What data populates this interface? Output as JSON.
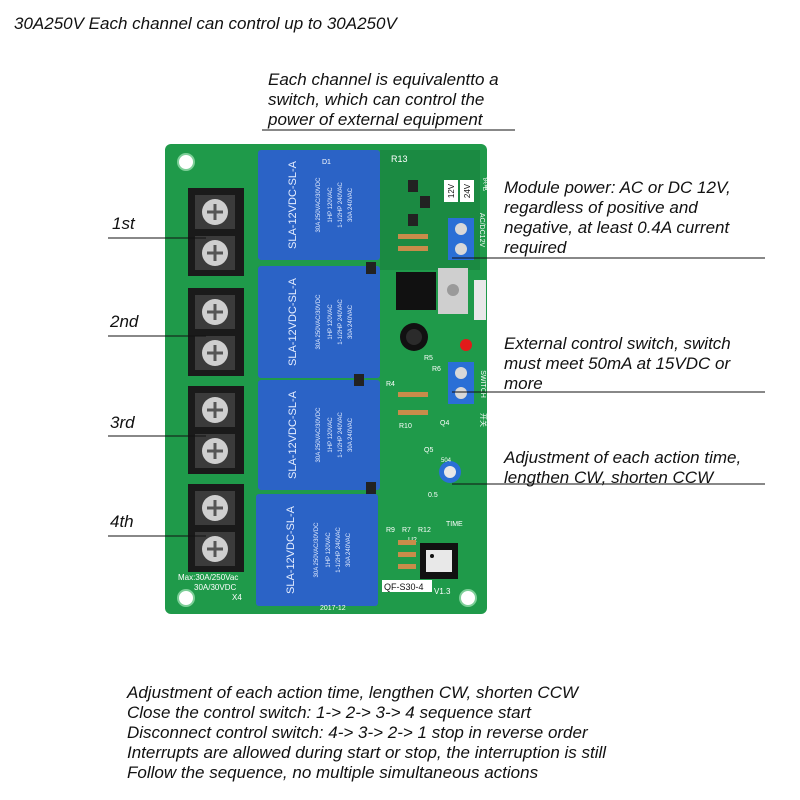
{
  "top_title": "30A250V Each channel can control up to 30A250V",
  "channel_desc": [
    "Each channel is equivalentto a",
    "switch, which can control the",
    "power of external equipment"
  ],
  "power_desc": [
    "Module power: AC or DC 12V,",
    "regardless of positive and",
    "negative, at least 0.4A current",
    "required"
  ],
  "switch_desc": [
    "External control switch, switch",
    "must meet 50mA at 15VDC or",
    "more"
  ],
  "adjust_desc": [
    "Adjustment of each action time,",
    "lengthen CW, shorten CCW"
  ],
  "channels": [
    "1st",
    "2nd",
    "3rd",
    "4th"
  ],
  "bottom_notes": [
    "Adjustment of each action time, lengthen CW, shorten CCW",
    "Close the control switch: 1-> 2-> 3-> 4 sequence start",
    "Disconnect control switch: 4-> 3-> 2-> 1 stop in reverse order",
    "Interrupts are allowed during start or stop, the interruption is still",
    "Follow the sequence, no multiple simultaneous actions"
  ],
  "board": {
    "relay_label": "SLA-12VDC-SL-A",
    "relay_ratings": [
      "30A 250VAC/30VDC",
      "1HP 120VAC",
      "1-1/2HP 240VAC",
      "30A 240VAC"
    ],
    "max_rating": [
      "Max:30A/250Vac",
      "30A/30VDC",
      "X4"
    ],
    "date": "2017-12",
    "model": "QF-S30-4",
    "version": "V1.3",
    "voltage_12": "12V",
    "voltage_24": "24V",
    "ac_dc_label": "AC/DC12V",
    "power_cn": "供电",
    "switch_label": "SWITCH",
    "switch_cn": "开关",
    "time_label": "TIME",
    "r13": "R13",
    "d1": "D1",
    "pot_value": "504",
    "refs": [
      "R5",
      "R6",
      "R4",
      "R10",
      "Q4",
      "Q5",
      "R9",
      "R7",
      "U2",
      "R12",
      "0.5"
    ]
  },
  "colors": {
    "pcb": "#1f9a4a",
    "relay": "#2b63c6",
    "terminal": "#1a1a1a",
    "screw": "#cfcfcf",
    "blue_terminal": "#2a6fd6"
  }
}
